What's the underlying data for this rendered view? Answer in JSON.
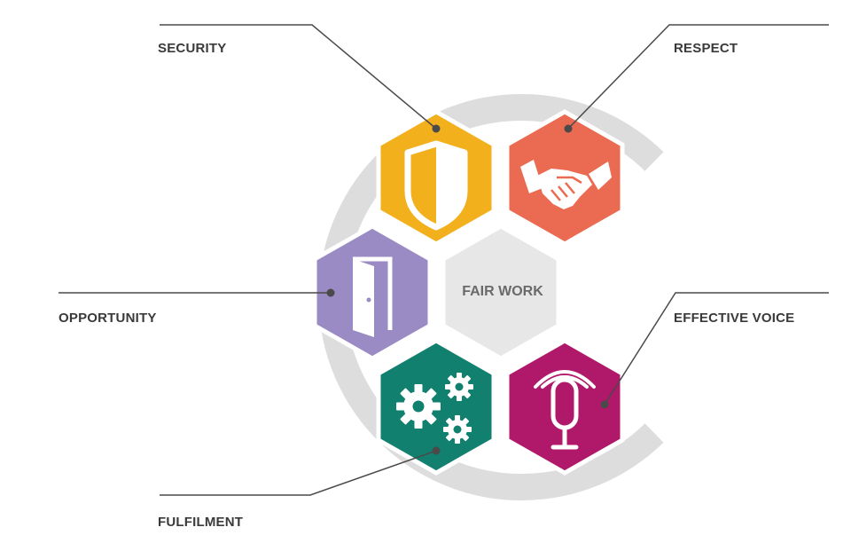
{
  "diagram": {
    "center": {
      "label": "FAIR WORK"
    },
    "items": [
      {
        "key": "security",
        "label": "SECURITY",
        "icon": "shield-icon",
        "color": "#F3B01D"
      },
      {
        "key": "respect",
        "label": "RESPECT",
        "icon": "handshake-icon",
        "color": "#EA6B51"
      },
      {
        "key": "opportunity",
        "label": "OPPORTUNITY",
        "icon": "door-icon",
        "color": "#9A8BC4"
      },
      {
        "key": "effective_voice",
        "label": "EFFECTIVE VOICE",
        "icon": "microphone-icon",
        "color": "#B0186A"
      },
      {
        "key": "fulfilment",
        "label": "FULFILMENT",
        "icon": "gears-icon",
        "color": "#12806F"
      }
    ],
    "colors": {
      "center_hex": "#E7E7E7",
      "ring": "#DDDDDD",
      "line": "#4A4A4A",
      "text": "#3A3A3A"
    }
  }
}
